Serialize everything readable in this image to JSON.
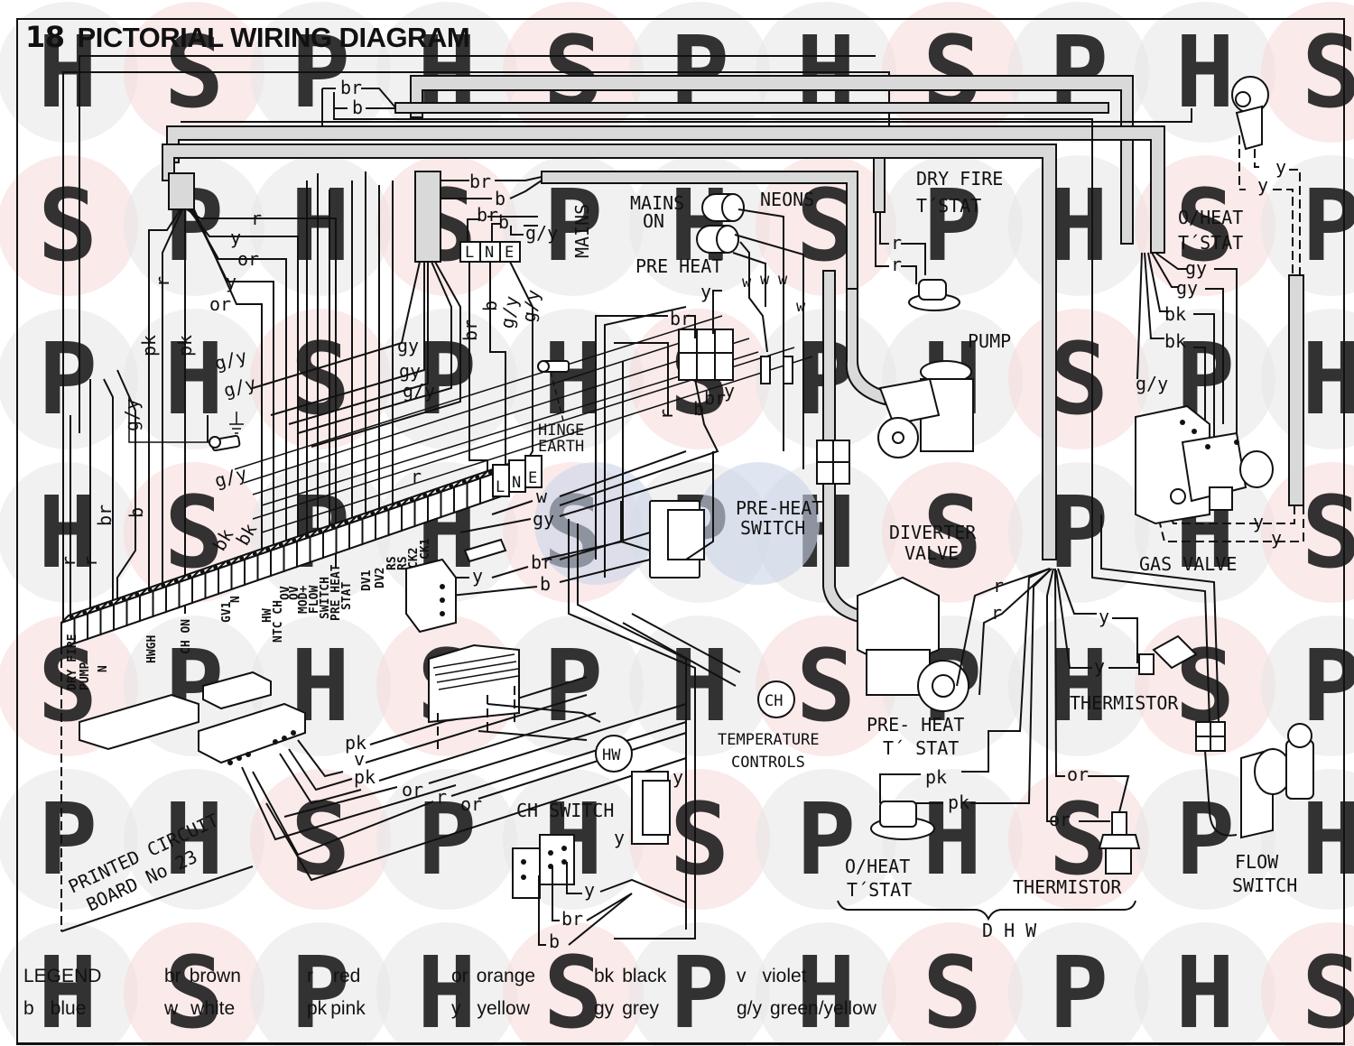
{
  "title": {
    "number": "18",
    "text": "PICTORIAL WIRING DIAGRAM"
  },
  "watermark": {
    "letters": [
      "H",
      "S",
      "P"
    ],
    "colors": {
      "h": "#e6e6e6",
      "s": "#f6d9d9",
      "p": "#e6e6e6",
      "accent_blue": "#c9d6ea"
    }
  },
  "components": {
    "dry_fire_tstat": [
      "DRY FIRE",
      "T´STAT"
    ],
    "mains_on": [
      "MAINS",
      "ON"
    ],
    "neons": "NEONS",
    "mains": "MAINS",
    "pre_heat": "PRE HEAT",
    "oheat_tstat_top": [
      "O/HEAT",
      "T´STAT"
    ],
    "pump": "PUMP",
    "hinge_earth": [
      "HINGE",
      "EARTH"
    ],
    "pre_heat_switch": [
      "PRE-HEAT",
      "SWITCH"
    ],
    "diverter_valve": [
      "DIVERTER",
      "VALVE"
    ],
    "gas_valve": "GAS VALVE",
    "thermistor_right": "THERMISTOR",
    "temperature_controls": [
      "TEMPERATURE",
      "CONTROLS"
    ],
    "ch_dial": "CH",
    "hw_dial": "HW",
    "pre_heat_tstat": [
      "PRE- HEAT",
      "T´ STAT"
    ],
    "ch_switch": "CH SWITCH",
    "oheat_tstat_dhw": [
      "O/HEAT",
      "T´STAT"
    ],
    "thermistor_dhw": "THERMISTOR",
    "dhw": "D H W",
    "flow_switch": [
      "FLOW",
      "SWITCH"
    ],
    "pcb": [
      "PRINTED CIRCUIT",
      "BOARD No 23"
    ]
  },
  "mains_terminal": [
    "L",
    "N",
    "E"
  ],
  "pcb_terminal": [
    "L",
    "N",
    "E"
  ],
  "terminal_labels": [
    "DRY FIRE",
    "PUMP",
    "N",
    "HWGH",
    "CH ON",
    "GV1",
    "N",
    "HW",
    "NTC CH",
    "OV",
    "OV",
    "MOD+",
    "FLOW",
    "SWITCH",
    "PRE HEAT",
    "STAT",
    "DV1",
    "DV2",
    "RS",
    "RS",
    "CK2",
    "CK1"
  ],
  "wire_labels": {
    "top_bundle": [
      "br",
      "b"
    ],
    "left_harness": [
      "r",
      "y",
      "or",
      "y",
      "or"
    ],
    "left_verticals": [
      "pk",
      "r",
      "pk",
      "g/y",
      "r",
      "r",
      "br",
      "b"
    ],
    "earth": [
      "g/y",
      "g/y",
      "g/y",
      "g/y"
    ],
    "centre_harness": [
      "gy",
      "gy",
      "g/y",
      "bk",
      "bk"
    ],
    "mains": [
      "br",
      "b",
      "br",
      "b",
      "g/y",
      "br",
      "b",
      "g/y",
      "g/y"
    ],
    "pre_heat": [
      "y",
      "br",
      "b",
      "br",
      "y",
      "r",
      "r"
    ],
    "neons": [
      "w",
      "w",
      "w",
      "w"
    ],
    "switch": [
      "w",
      "gy",
      "br",
      "b",
      "y",
      "r"
    ],
    "dry_fire": [
      "r",
      "r"
    ],
    "oheat_top": [
      "gy",
      "gy",
      "bk",
      "bk",
      "g/y",
      "y",
      "y",
      "y",
      "y"
    ],
    "diverter": [
      "r",
      "r"
    ],
    "thermistor": [
      "y",
      "y"
    ],
    "dhw": [
      "pk",
      "pk",
      "or",
      "or"
    ],
    "transformer": [
      "pk",
      "v",
      "pk",
      "or",
      "r",
      "or"
    ],
    "ch_switch": [
      "y",
      "y",
      "y",
      "br",
      "b"
    ]
  },
  "legend": {
    "heading": "LEGEND",
    "items": [
      {
        "code": "br",
        "name": "brown"
      },
      {
        "code": "r",
        "name": "red"
      },
      {
        "code": "or",
        "name": "orange"
      },
      {
        "code": "bk",
        "name": "black"
      },
      {
        "code": "v",
        "name": "violet"
      },
      {
        "code": "b",
        "name": "blue"
      },
      {
        "code": "w",
        "name": "white"
      },
      {
        "code": "pk",
        "name": "pink"
      },
      {
        "code": "y",
        "name": "yellow"
      },
      {
        "code": "gy",
        "name": "grey"
      },
      {
        "code": "g/y",
        "name": "green/yellow"
      }
    ]
  }
}
